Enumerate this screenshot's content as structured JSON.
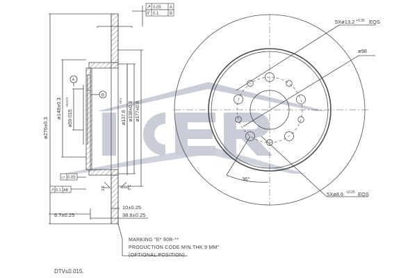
{
  "logo": {
    "text": "ICER",
    "color": "#c9cdd8"
  },
  "colors": {
    "line": "#4a4a4a",
    "hatch": "#5a5a5a",
    "watermark": "#c9cdd8"
  },
  "side_view": {
    "tolerance_frame_top": [
      {
        "symbol": "runout",
        "value": "0.05",
        "datum": "A"
      },
      {
        "symbol": "parallelism",
        "value": "0.1",
        "datum": "B"
      }
    ],
    "tolerance_flatness": {
      "symbol": "flatness",
      "value": "0.05"
    },
    "tolerance_runout_left": {
      "symbol": "runout",
      "value": "0.1",
      "datum": "AB"
    },
    "datum_a": "A",
    "datum_b": "B",
    "dims": {
      "outer_diameter": "ø276±0.3",
      "d148": "ø148±0.3",
      "hub_bore": "ø59.015",
      "hub_bore_tol_upper": "+0.074",
      "hub_bore_tol_lower": "0",
      "d137": "ø137.6",
      "d137_tol_upper": "+0.4",
      "d137_tol_lower": "0",
      "d138": "ø138±0.3",
      "d177": "ø177±0.8",
      "thickness": "10±0.25",
      "height": "38.8±0.25",
      "hat_offset": "6.7±0.25",
      "roughness_left": "3.2",
      "roughness_right": "3.2"
    }
  },
  "front_view": {
    "bolt_holes": "5Xø13.2",
    "bolt_holes_tol_upper": "+0.35",
    "bolt_holes_tol_lower": "0",
    "bolt_holes_suffix": "EQS",
    "pcd": "ø98",
    "small_holes": "5Xø8.6",
    "small_holes_tol_upper": "+0.25",
    "small_holes_tol_lower": "0",
    "small_holes_suffix": "EQS",
    "angle": "36°"
  },
  "notes": {
    "line1": "MARKING \"E* 90R-**",
    "line2": "PRODUCTION CODE   MIN.THK.9  MM\"",
    "line3": "(OPTIONAL  POSITION)"
  },
  "footer": {
    "dtv": "DTV≤0.015."
  }
}
